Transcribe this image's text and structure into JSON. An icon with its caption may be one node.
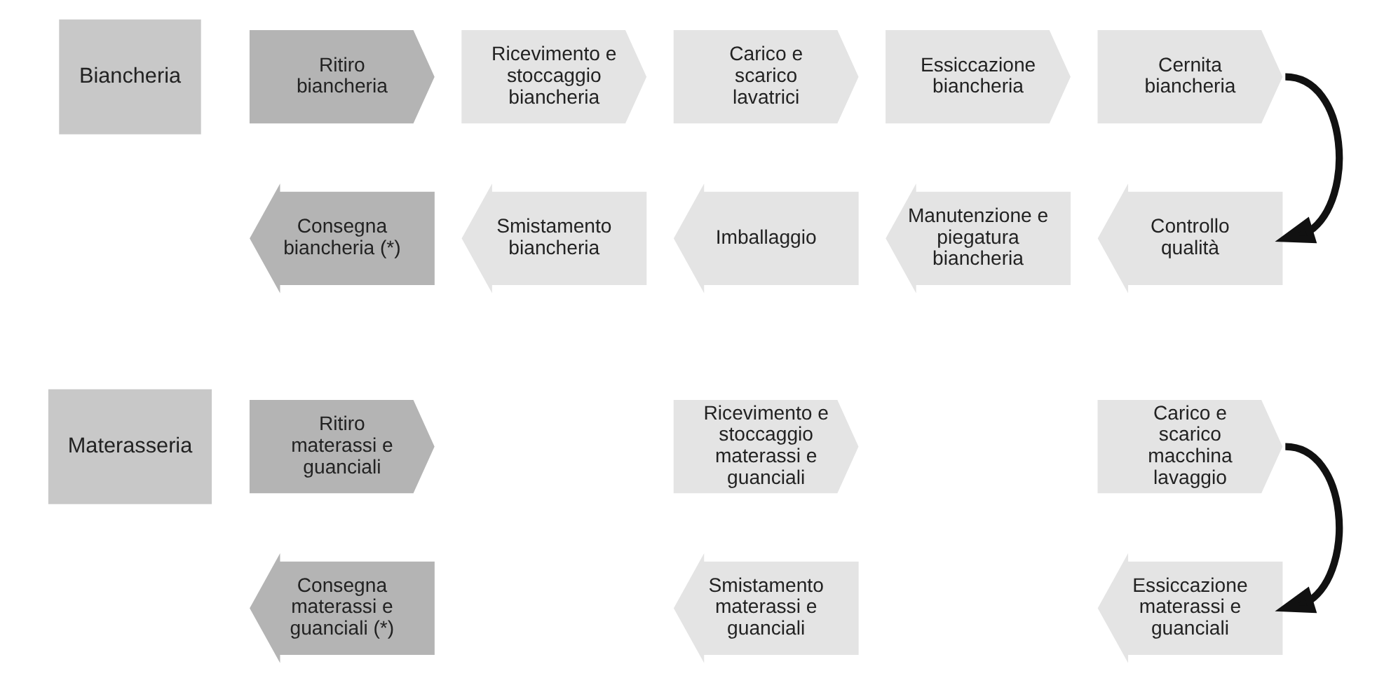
{
  "diagram": {
    "nodes": [
      {
        "text": [
          "Biancheria"
        ]
      },
      {
        "text": [
          "Ritiro biancheria"
        ]
      },
      {
        "text": [
          "Ricevimento e stoccaggio biancheria"
        ]
      },
      {
        "text": [
          "Carico e scarico lavatrici"
        ]
      },
      {
        "text": [
          "Essiccazione biancheria"
        ]
      },
      {
        "text": [
          "Cernita biancheria"
        ]
      },
      {
        "text": [
          "Consegna biancheria (*)"
        ]
      },
      {
        "text": [
          "Smistamento biancheria"
        ]
      },
      {
        "text": [
          "Imballaggio"
        ]
      },
      {
        "text": [
          "Manutenzione e piegatura biancheria"
        ]
      },
      {
        "text": [
          "Controllo qualità"
        ]
      },
      {
        "text": [
          "Materasseria"
        ]
      },
      {
        "text": [
          "Ritiro materassi e guanciali"
        ]
      },
      {
        "text": [
          "Ricevimento e stoccaggio materassi e guanciali"
        ]
      },
      {
        "text": [
          "Carico e scarico macchina lavaggio"
        ]
      },
      {
        "text": [
          "Consegna materassi e guanciali (*)"
        ]
      },
      {
        "text": [
          "Smistamento materassi e guanciali"
        ]
      },
      {
        "text": [
          "Essiccazione materassi e guanciali"
        ]
      }
    ],
    "edges": [
      {
        "from": 5,
        "to": 10,
        "arrow": "to"
      },
      {
        "from": 14,
        "to": 17,
        "arrow": "to"
      }
    ]
  }
}
